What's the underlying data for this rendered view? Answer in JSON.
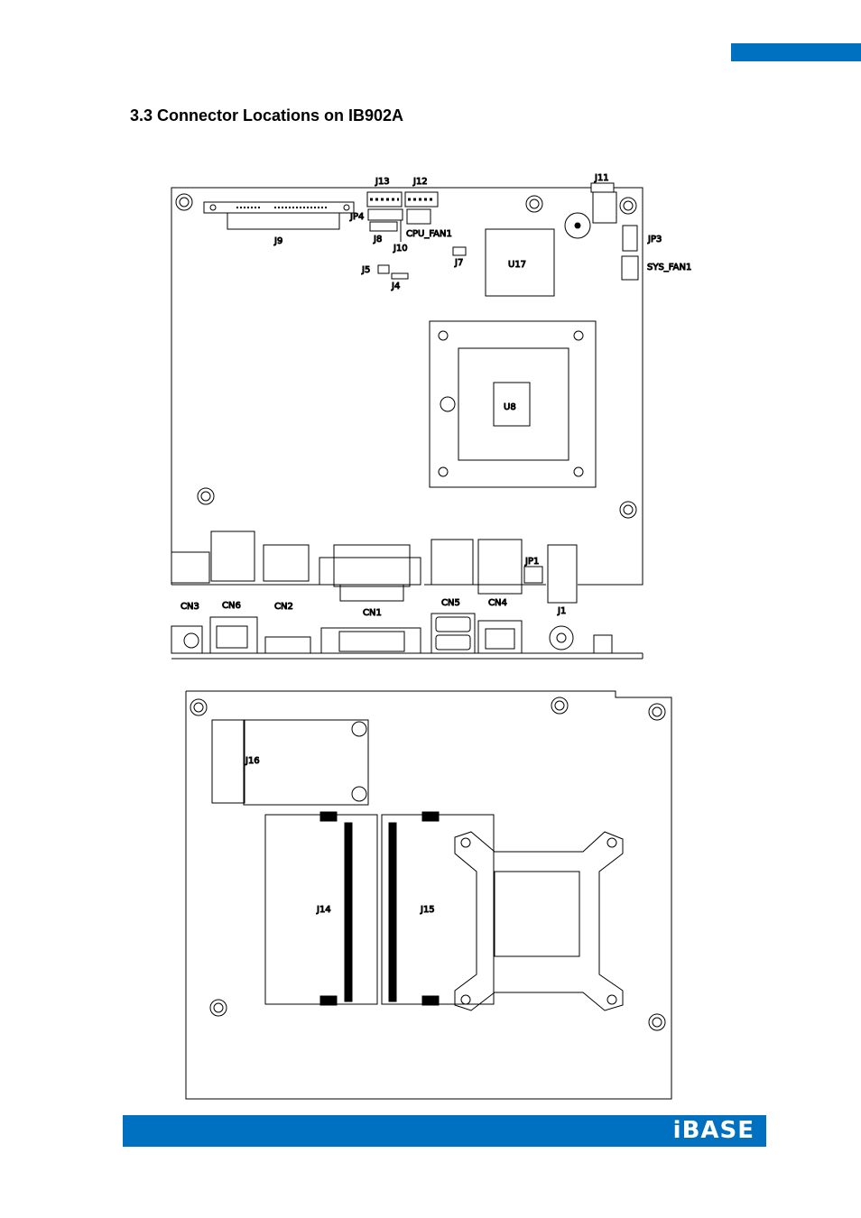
{
  "heading": "3.3 Connector Locations on IB902A",
  "brand": "iBASE",
  "colors": {
    "accent": "#0070C0"
  },
  "top_view_labels": {
    "j13": "J13",
    "j12": "J12",
    "j11": "J11",
    "jp4": "JP4",
    "j8": "J8",
    "j10": "J10",
    "cpu_fan1": "CPU_FAN1",
    "j9": "J9",
    "j7": "J7",
    "u17": "U17",
    "jp3": "JP3",
    "sys_fan1": "SYS_FAN1",
    "j5": "J5",
    "j4": "J4",
    "u8": "U8",
    "jp1": "JP1",
    "cn3": "CN3",
    "cn6": "CN6",
    "cn2": "CN2",
    "cn1": "CN1",
    "cn5": "CN5",
    "cn4": "CN4",
    "j1": "J1"
  },
  "bottom_view_labels": {
    "j16": "J16",
    "j14": "J14",
    "j15": "J15"
  }
}
